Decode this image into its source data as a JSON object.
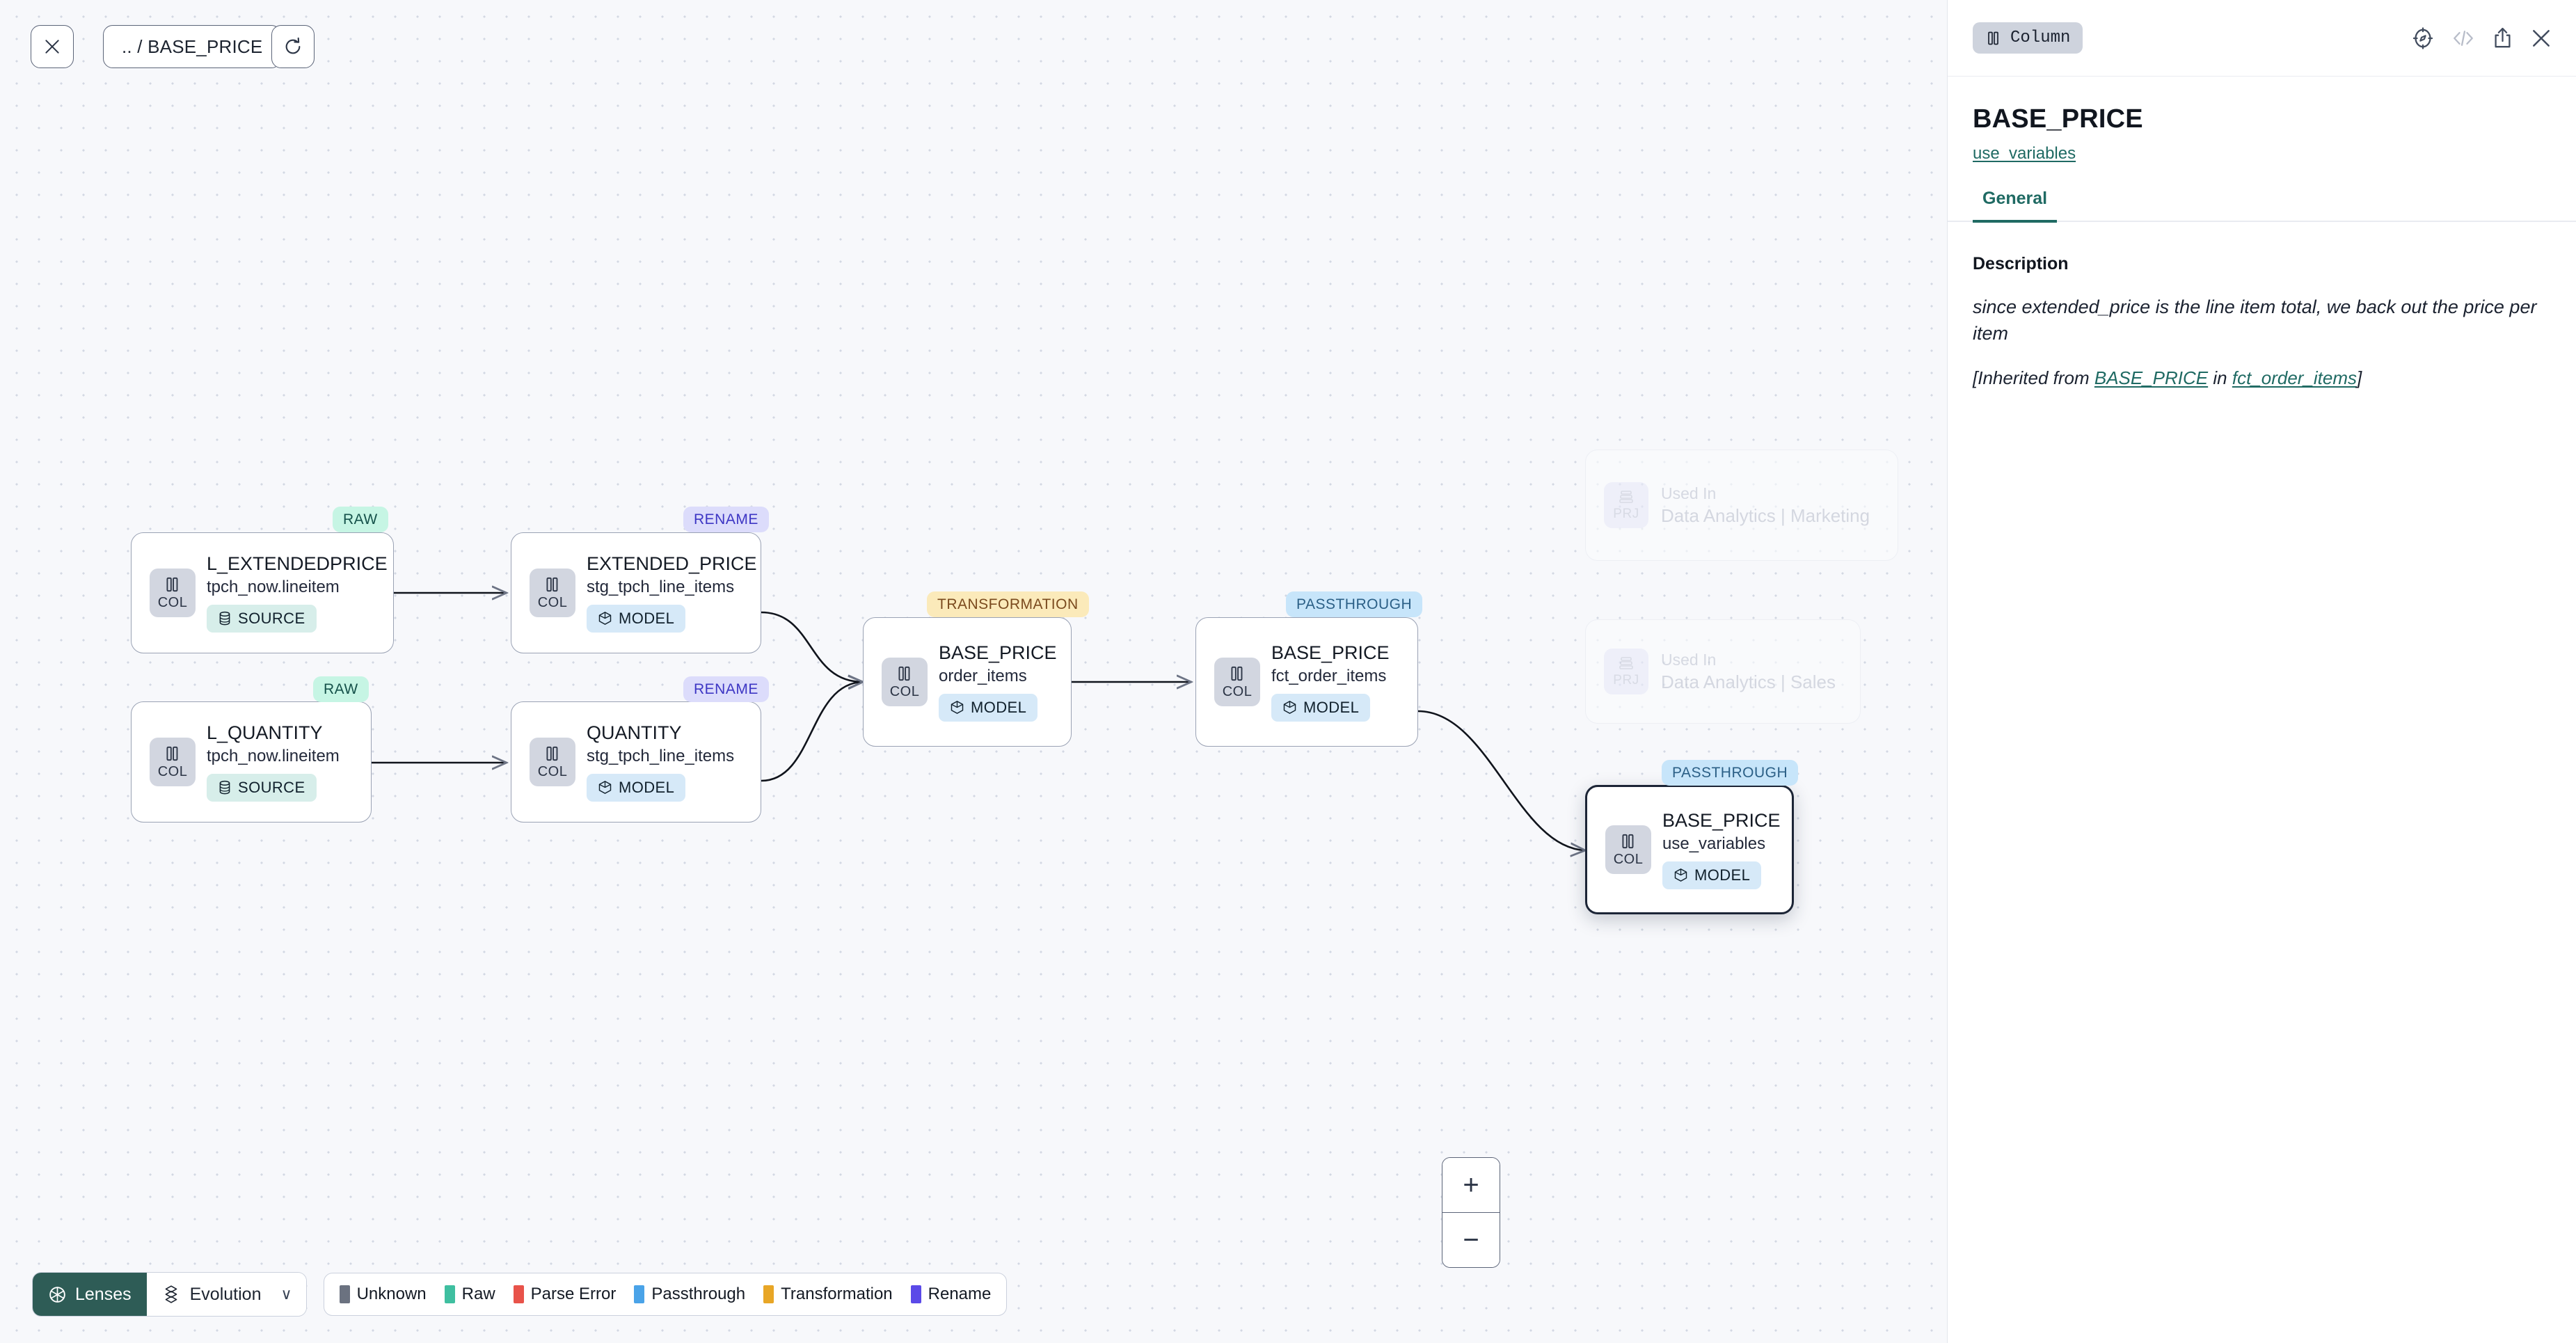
{
  "canvas": {
    "toolbar": {
      "close_icon": "close-icon",
      "breadcrumb": ".. / BASE_PRICE",
      "refresh_icon": "refresh-icon"
    },
    "zoom_controls": {
      "zoom_in": "+",
      "zoom_out": "−"
    },
    "nodes": [
      {
        "id": "l_extendedprice",
        "lens": "RAW",
        "chip": "COL",
        "title": "L_EXTENDEDPRICE",
        "subtitle": "tpch_now.lineitem",
        "materialization": "SOURCE",
        "selected": false
      },
      {
        "id": "l_quantity",
        "lens": "RAW",
        "chip": "COL",
        "title": "L_QUANTITY",
        "subtitle": "tpch_now.lineitem",
        "materialization": "SOURCE",
        "selected": false
      },
      {
        "id": "extended_price",
        "lens": "RENAME",
        "chip": "COL",
        "title": "EXTENDED_PRICE",
        "subtitle": "stg_tpch_line_items",
        "materialization": "MODEL",
        "selected": false
      },
      {
        "id": "quantity",
        "lens": "RENAME",
        "chip": "COL",
        "title": "QUANTITY",
        "subtitle": "stg_tpch_line_items",
        "materialization": "MODEL",
        "selected": false
      },
      {
        "id": "base_price_order_items",
        "lens": "TRANSFORMATION",
        "chip": "COL",
        "title": "BASE_PRICE",
        "subtitle": "order_items",
        "materialization": "MODEL",
        "selected": false
      },
      {
        "id": "base_price_fct_order_items",
        "lens": "PASSTHROUGH",
        "chip": "COL",
        "title": "BASE_PRICE",
        "subtitle": "fct_order_items",
        "materialization": "MODEL",
        "selected": false
      },
      {
        "id": "base_price_use_variables",
        "lens": "PASSTHROUGH",
        "chip": "COL",
        "title": "BASE_PRICE",
        "subtitle": "use_variables",
        "materialization": "MODEL",
        "selected": true
      }
    ],
    "ghost_nodes": [
      {
        "id": "used-in-marketing",
        "chip": "PRJ",
        "kicker": "Used In",
        "title": "Data Analytics | Marketing"
      },
      {
        "id": "used-in-sales",
        "chip": "PRJ",
        "kicker": "Used In",
        "title": "Data Analytics | Sales"
      }
    ],
    "bottom_bar": {
      "lenses_label": "Lenses",
      "lenses_icon": "aperture-icon",
      "evolution_label": "Evolution",
      "evolution_icon": "layers-icon",
      "evolution_caret": "∨",
      "legend": [
        {
          "label": "Unknown",
          "color": "#6b7280"
        },
        {
          "label": "Raw",
          "color": "#3fbfa0"
        },
        {
          "label": "Parse Error",
          "color": "#e8534a"
        },
        {
          "label": "Passthrough",
          "color": "#4aa3e8"
        },
        {
          "label": "Transformation",
          "color": "#e8a626"
        },
        {
          "label": "Rename",
          "color": "#5b4ae8"
        }
      ]
    }
  },
  "panel": {
    "type_chip_label": "Column",
    "type_chip_icon": "column-icon",
    "header_icons": [
      {
        "name": "explore-compass-icon",
        "muted": false
      },
      {
        "name": "code-icon",
        "muted": true
      },
      {
        "name": "share-icon",
        "muted": false
      },
      {
        "name": "close-icon",
        "muted": false
      }
    ],
    "title": "BASE_PRICE",
    "subtitle": "use_variables",
    "tabs": [
      {
        "label": "General",
        "active": true
      }
    ],
    "description_label": "Description",
    "description_text": "since extended_price is the line item total, we back out the price per item",
    "inherited": {
      "prefix": "[Inherited from ",
      "column_link": "BASE_PRICE",
      "middle": " in ",
      "model_link": "fct_order_items",
      "suffix": "]"
    }
  }
}
